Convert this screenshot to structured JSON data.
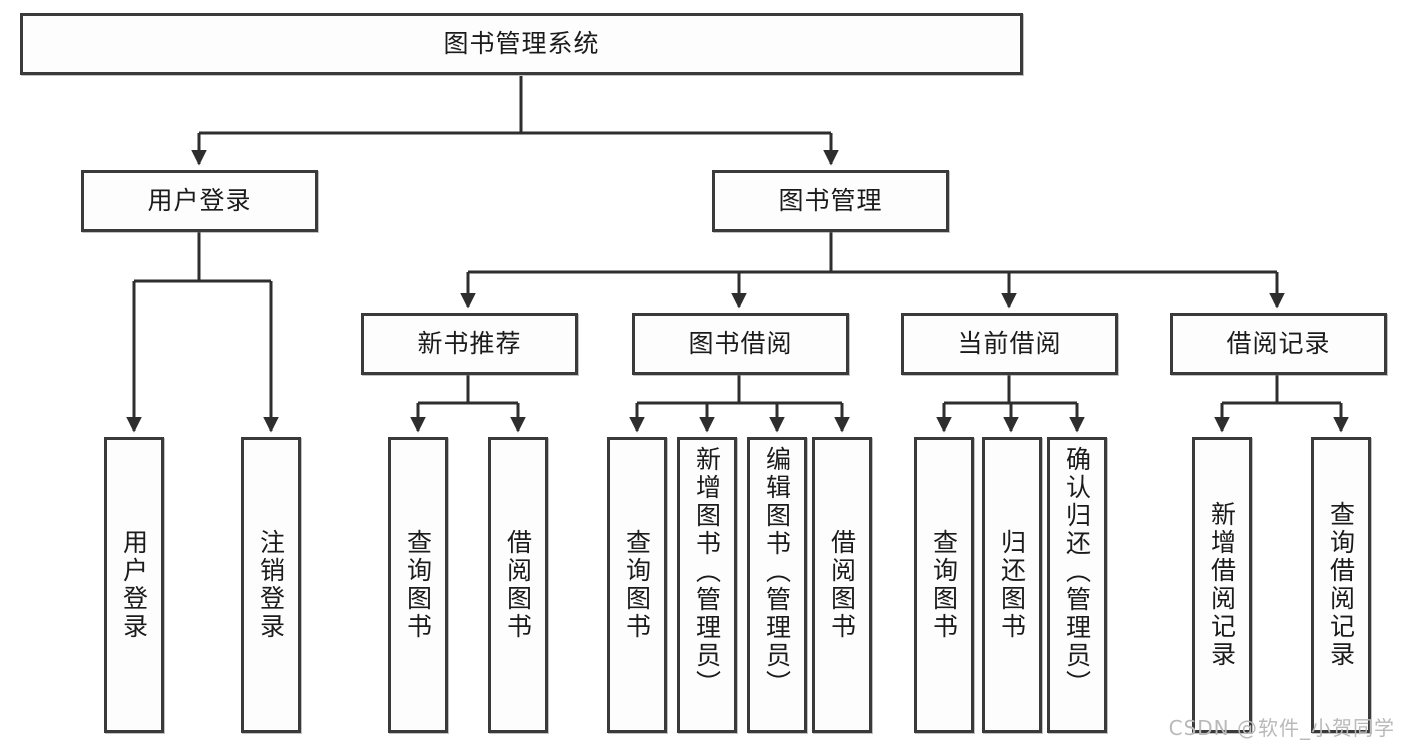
{
  "diagram": {
    "title": "图书管理系统",
    "type": "tree-hierarchy-chart",
    "root": {
      "id": "root",
      "label": "图书管理系统"
    },
    "level2": [
      {
        "id": "user-login",
        "label": "用户登录"
      },
      {
        "id": "book-management",
        "label": "图书管理"
      }
    ],
    "level3": [
      {
        "id": "new-book-recommend",
        "label": "新书推荐"
      },
      {
        "id": "book-borrow",
        "label": "图书借阅"
      },
      {
        "id": "current-borrow",
        "label": "当前借阅"
      },
      {
        "id": "borrow-record",
        "label": "借阅记录"
      }
    ],
    "leaves": {
      "user_login": [
        {
          "id": "leaf-user-login",
          "label": "用户登录"
        },
        {
          "id": "leaf-logout-login",
          "label": "注销登录"
        }
      ],
      "new_book_recommend": [
        {
          "id": "leaf-query-book-1",
          "label": "查询图书"
        },
        {
          "id": "leaf-borrow-book-1",
          "label": "借阅图书"
        }
      ],
      "book_borrow": [
        {
          "id": "leaf-query-book-2",
          "label": "查询图书"
        },
        {
          "id": "leaf-add-book",
          "label": "新增图书（管理员）"
        },
        {
          "id": "leaf-edit-book",
          "label": "编辑图书（管理员）"
        },
        {
          "id": "leaf-borrow-book-2",
          "label": "借阅图书"
        }
      ],
      "current_borrow": [
        {
          "id": "leaf-query-book-3",
          "label": "查询图书"
        },
        {
          "id": "leaf-return-book",
          "label": "归还图书"
        },
        {
          "id": "leaf-confirm-return",
          "label": "确认归还（管理员）"
        }
      ],
      "borrow_record": [
        {
          "id": "leaf-add-borrow-record",
          "label": "新增借阅记录"
        },
        {
          "id": "leaf-query-borrow-record",
          "label": "查询借阅记录"
        }
      ]
    }
  },
  "watermark": {
    "text": "CSDN @软件_小贺同学"
  },
  "colors": {
    "border": "#3a3a3a",
    "box_fill": "#fdfdfd",
    "text": "#1b1b1b",
    "wire": "#2e2e2e",
    "watermark": "#b9b9b9",
    "background": "#ffffff"
  }
}
